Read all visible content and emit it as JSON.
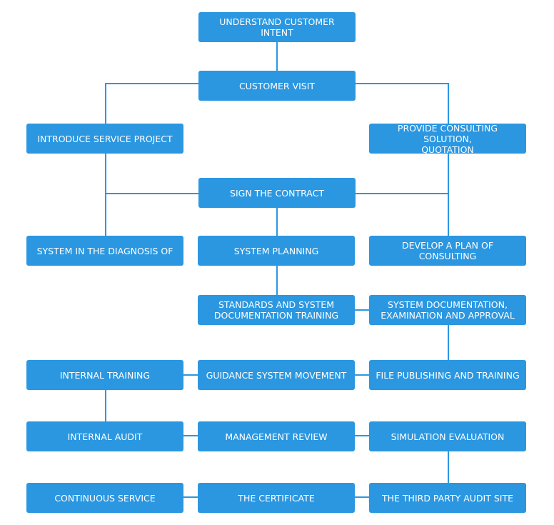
{
  "nodes": {
    "understand_intent": "UNDERSTAND CUSTOMER INTENT",
    "customer_visit": "CUSTOMER VISIT",
    "introduce_service": "INTRODUCE SERVICE PROJECT",
    "consulting_solution": "PROVIDE CONSULTING SOLUTION,\nQUOTATION",
    "sign_contract": "SIGN THE CONTRACT",
    "system_diagnosis": "SYSTEM IN THE DIAGNOSIS OF",
    "system_planning": "SYSTEM PLANNING",
    "develop_plan": "DEVELOP A PLAN OF CONSULTING",
    "standards_training": "STANDARDS AND SYSTEM\nDOCUMENTATION TRAINING",
    "documentation_approval": "SYSTEM DOCUMENTATION,\nEXAMINATION AND APPROVAL",
    "internal_training": "INTERNAL TRAINING",
    "guidance_movement": "GUIDANCE SYSTEM MOVEMENT",
    "file_publishing": "FILE PUBLISHING AND TRAINING",
    "internal_audit": "INTERNAL AUDIT",
    "management_review": "MANAGEMENT REVIEW",
    "simulation_evaluation": "SIMULATION EVALUATION",
    "continuous_service": "CONTINUOUS SERVICE",
    "certificate": "THE CERTIFICATE",
    "third_party_audit": "THE THIRD PARTY AUDIT SITE"
  },
  "colors": {
    "box_fill": "#2b97e1",
    "box_text": "#ffffff",
    "connector": "#2b97e1"
  }
}
